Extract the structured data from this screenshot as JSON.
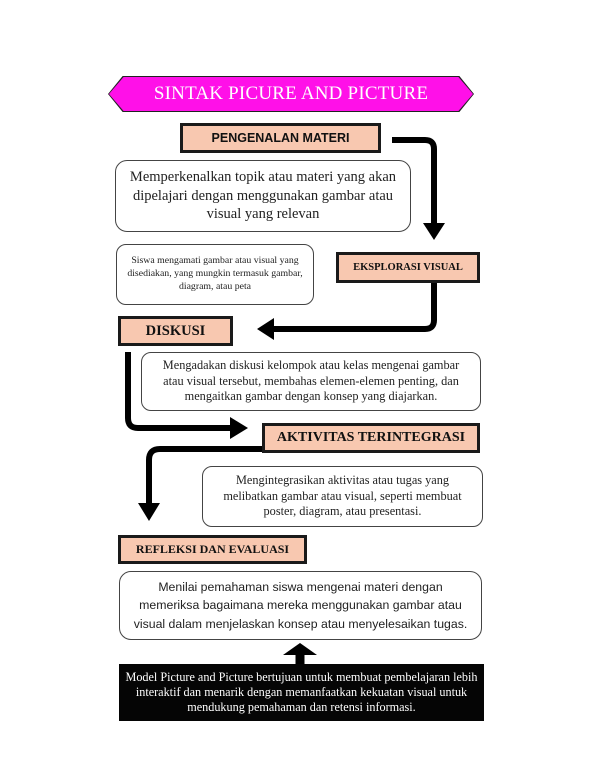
{
  "title": "SINTAK PICURE AND PICTURE",
  "steps": {
    "pengenalan": "PENGENALAN MATERI",
    "eksplorasi": "EKSPLORASI VISUAL",
    "diskusi": "DISKUSI",
    "aktivitas": "AKTIVITAS TERINTEGRASI",
    "refleksi": "REFLEKSI DAN EVALUASI"
  },
  "descriptions": {
    "pengenalan": "Memperkenalkan topik atau materi yang akan dipelajari dengan menggunakan gambar atau visual yang relevan",
    "eksplorasi": "Siswa mengamati gambar atau visual yang disediakan, yang mungkin termasuk gambar, diagram, atau peta",
    "diskusi": "Mengadakan diskusi kelompok atau kelas mengenai gambar atau visual tersebut, membahas elemen-elemen penting, dan mengaitkan gambar dengan konsep yang diajarkan.",
    "aktivitas": "Mengintegrasikan aktivitas atau tugas yang melibatkan gambar atau visual, seperti membuat poster, diagram, atau presentasi.",
    "refleksi": "Menilai pemahaman siswa mengenai materi dengan memeriksa bagaimana mereka menggunakan gambar atau visual dalam menjelaskan konsep atau menyelesaikan tugas."
  },
  "footer": "Model Picture and Picture bertujuan untuk membuat pembelajaran lebih interaktif dan menarik dengan memanfaatkan kekuatan visual untuk mendukung pemahaman dan retensi informasi.",
  "colors": {
    "banner": "#ff10e8",
    "step_fill": "#f8c8b0",
    "arrow": "#000000",
    "footer_bg": "#050505"
  }
}
